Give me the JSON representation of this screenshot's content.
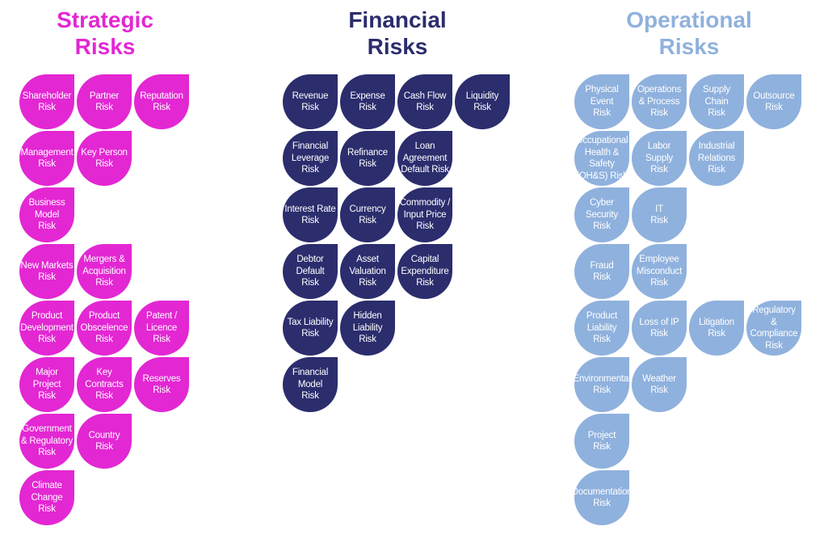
{
  "groups": [
    {
      "id": "strategic",
      "title": "Strategic\nRisks",
      "color": "#e327d3",
      "rows": [
        [
          "Shareholder\nRisk",
          "Partner\nRisk",
          "Reputation\nRisk"
        ],
        [
          "Management\nRisk",
          "Key Person\nRisk"
        ],
        [
          "Business\nModel\nRisk"
        ],
        [
          "New Markets\nRisk",
          "Mergers &\nAcquisition\nRisk"
        ],
        [
          "Product\nDevelopment\nRisk",
          "Product\nObscelence\nRisk",
          "Patent /\nLicence\nRisk"
        ],
        [
          "Major\nProject\nRisk",
          "Key\nContracts\nRisk",
          "Reserves\nRisk"
        ],
        [
          "Government\n& Regulatory\nRisk",
          "Country\nRisk"
        ],
        [
          "Climate\nChange\nRisk"
        ]
      ]
    },
    {
      "id": "financial",
      "title": "Financial\nRisks",
      "color": "#2b2d6d",
      "rows": [
        [
          "Revenue\nRisk",
          "Expense\nRisk",
          "Cash Flow\nRisk",
          "Liquidity\nRisk"
        ],
        [
          "Financial\nLeverage\nRisk",
          "Refinance\nRisk",
          "Loan\nAgreement\nDefault Risk"
        ],
        [
          "Interest Rate\nRisk",
          "Currency\nRisk",
          "Commodity /\nInput Price\nRisk"
        ],
        [
          "Debtor\nDefault\nRisk",
          "Asset\nValuation\nRisk",
          "Capital\nExpenditure\nRisk"
        ],
        [
          "Tax Liability\nRisk",
          "Hidden\nLiability\nRisk"
        ],
        [
          "Financial\nModel\nRisk"
        ]
      ]
    },
    {
      "id": "operational",
      "title": "Operational\nRisks",
      "color": "#8fb1dd",
      "rows": [
        [
          "Physical\nEvent\nRisk",
          "Operations\n& Process\nRisk",
          "Supply\nChain\nRisk",
          "Outsource\nRisk"
        ],
        [
          "Occupational\nHealth & Safety\n(OH&S) Risk",
          "Labor\nSupply\nRisk",
          "Industrial\nRelations\nRisk"
        ],
        [
          "Cyber\nSecurity\nRisk",
          "IT\nRisk"
        ],
        [
          "Fraud\nRisk",
          "Employee\nMisconduct\nRisk"
        ],
        [
          "Product\nLiability\nRisk",
          "Loss of IP\nRisk",
          "Litigation\nRisk",
          "Regulatory\n& Compliance\nRisk"
        ],
        [
          "Environmental\nRisk",
          "Weather\nRisk"
        ],
        [
          "Project\nRisk"
        ],
        [
          "Documentation\nRisk"
        ]
      ]
    }
  ]
}
